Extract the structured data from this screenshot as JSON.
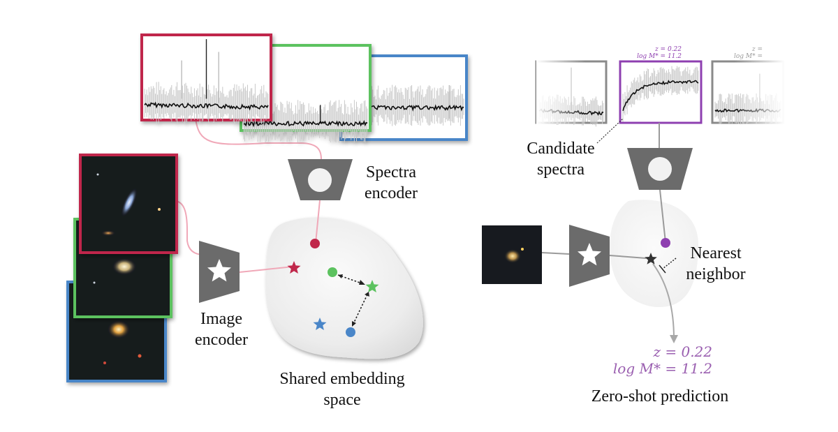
{
  "labels": {
    "spectra_encoder": [
      "Spectra",
      "encoder"
    ],
    "image_encoder": [
      "Image",
      "encoder"
    ],
    "shared_space": [
      "Shared embedding",
      "space"
    ],
    "candidate_spectra": [
      "Candidate",
      "spectra"
    ],
    "nearest_neighbor": [
      "Nearest",
      "neighbor"
    ],
    "zero_shot": "Zero-shot prediction"
  },
  "prediction": {
    "z": "z = 0.22",
    "logm": "log M* = 11.2"
  },
  "candidate_tags": {
    "middle": {
      "z": "z = 0.22",
      "logm": "log M* = 11.2"
    },
    "right": {
      "z": "z =",
      "logm": "log M* ="
    }
  },
  "colors": {
    "red": "#c0284b",
    "green": "#5cc25f",
    "blue": "#4a86c8",
    "purple": "#8e3fb0",
    "encoder": "#6b6b6b",
    "spectrum_noise": "#c8c8c8",
    "spectrum_line": "#111111"
  },
  "icons": {
    "spectra_encoder": "trapezoid-circle-icon",
    "image_encoder": "trapezoid-star-icon"
  }
}
